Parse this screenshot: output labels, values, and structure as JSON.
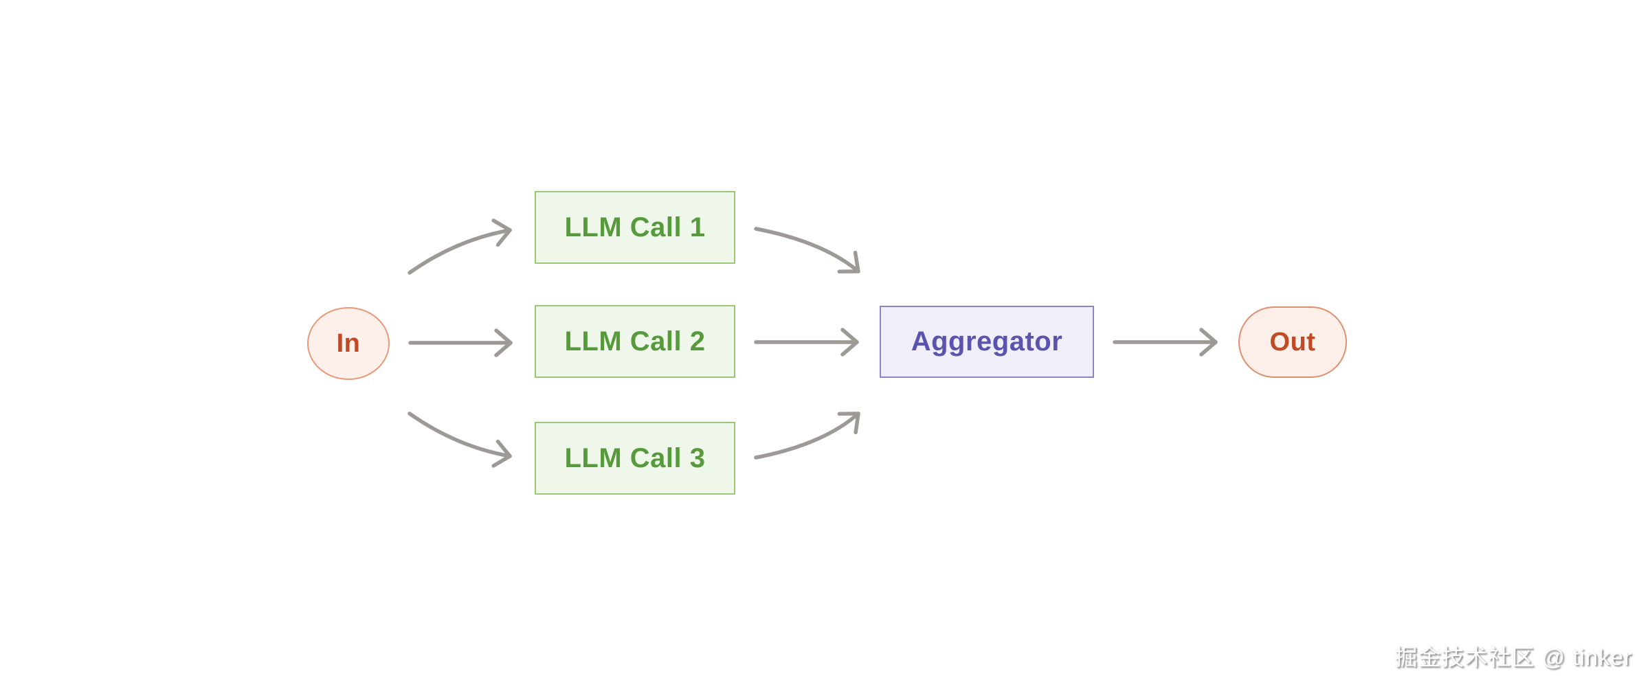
{
  "diagram": {
    "pattern_name": "parallelization-workflow",
    "nodes": {
      "in": {
        "label": "In",
        "shape": "ellipse",
        "fill": "#fdf0ea",
        "border": "#e79a7a",
        "text_color": "#bf4a26"
      },
      "llm1": {
        "label": "LLM Call 1",
        "shape": "rect",
        "fill": "#eff6ea",
        "border": "#9cc778",
        "text_color": "#579a3b"
      },
      "llm2": {
        "label": "LLM Call 2",
        "shape": "rect",
        "fill": "#eff6ea",
        "border": "#9cc778",
        "text_color": "#579a3b"
      },
      "llm3": {
        "label": "LLM Call 3",
        "shape": "rect",
        "fill": "#eff6ea",
        "border": "#9cc778",
        "text_color": "#579a3b"
      },
      "aggregator": {
        "label": "Aggregator",
        "shape": "rect",
        "fill": "#efeef9",
        "border": "#8a84c8",
        "text_color": "#5a54ae"
      },
      "out": {
        "label": "Out",
        "shape": "stadium",
        "fill": "#fceee8",
        "border": "#dd9070",
        "text_color": "#bf4a26"
      }
    },
    "edges": [
      {
        "from": "In",
        "to": "LLM Call 1",
        "style": "curved"
      },
      {
        "from": "In",
        "to": "LLM Call 2",
        "style": "straight"
      },
      {
        "from": "In",
        "to": "LLM Call 3",
        "style": "curved"
      },
      {
        "from": "LLM Call 1",
        "to": "Aggregator",
        "style": "curved"
      },
      {
        "from": "LLM Call 2",
        "to": "Aggregator",
        "style": "straight"
      },
      {
        "from": "LLM Call 3",
        "to": "Aggregator",
        "style": "curved"
      },
      {
        "from": "Aggregator",
        "to": "Out",
        "style": "straight"
      }
    ],
    "arrow_color": "#9d9a95",
    "background_color": "#ffffff"
  },
  "watermark": {
    "text": "掘金技术社区 @ tinker"
  }
}
